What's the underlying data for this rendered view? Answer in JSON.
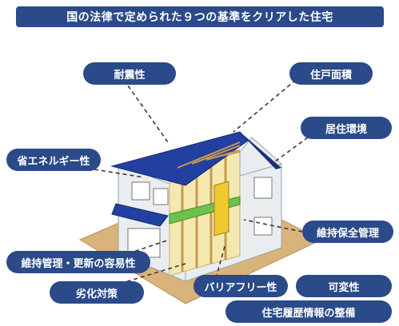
{
  "title": "国の法律で定められた９つの基準をクリアした住宅",
  "labels": {
    "taishinsei": "耐震性",
    "jukomenseki": "住戸面積",
    "kyojukankyo": "居住環境",
    "shoenerugi": "省エネルギー性",
    "ijihozen": "維持保全管理",
    "ijikanri_koshin": "維持管理・更新の容易性",
    "rekkataisaku": "劣化対策",
    "barrier_free": "バリアフリー性",
    "kahensei": "可変性",
    "rireki": "住宅履歴情報の整備"
  },
  "colors": {
    "label_bg": "#2a4a8a",
    "roof": "#2240a0",
    "wall": "#e9edf0",
    "frame": "#f3e8b0",
    "floor_band": "#6cc24a",
    "ground": "#d9b47a"
  },
  "icons": [
    "house-illustration"
  ]
}
